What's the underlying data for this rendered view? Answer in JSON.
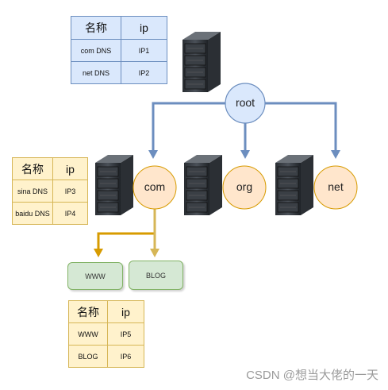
{
  "colors": {
    "arrow_blue": "#6c8ebf",
    "arrow_gold": "#d79b00",
    "root_fill": "#dae8fc",
    "child_fill": "#ffe6cc",
    "leaf_fill": "#d5e8d4"
  },
  "nodes": {
    "root": "root",
    "com": "com",
    "org": "org",
    "net": "net",
    "www": "WWW",
    "blog": "BLOG"
  },
  "tables": {
    "root_table": {
      "headers": [
        "名称",
        "ip"
      ],
      "rows": [
        [
          "com  DNS",
          "IP1"
        ],
        [
          "net   DNS",
          "IP2"
        ]
      ]
    },
    "com_table": {
      "headers": [
        "名称",
        "ip"
      ],
      "rows": [
        [
          "sina DNS",
          "IP3"
        ],
        [
          "baidu DNS",
          "IP4"
        ]
      ]
    },
    "leaf_table": {
      "headers": [
        "名称",
        "ip"
      ],
      "rows": [
        [
          "WWW",
          "IP5"
        ],
        [
          "BLOG",
          "IP6"
        ]
      ]
    }
  },
  "icons": [
    "server-icon"
  ],
  "watermark": "CSDN @想当大佬的一天"
}
